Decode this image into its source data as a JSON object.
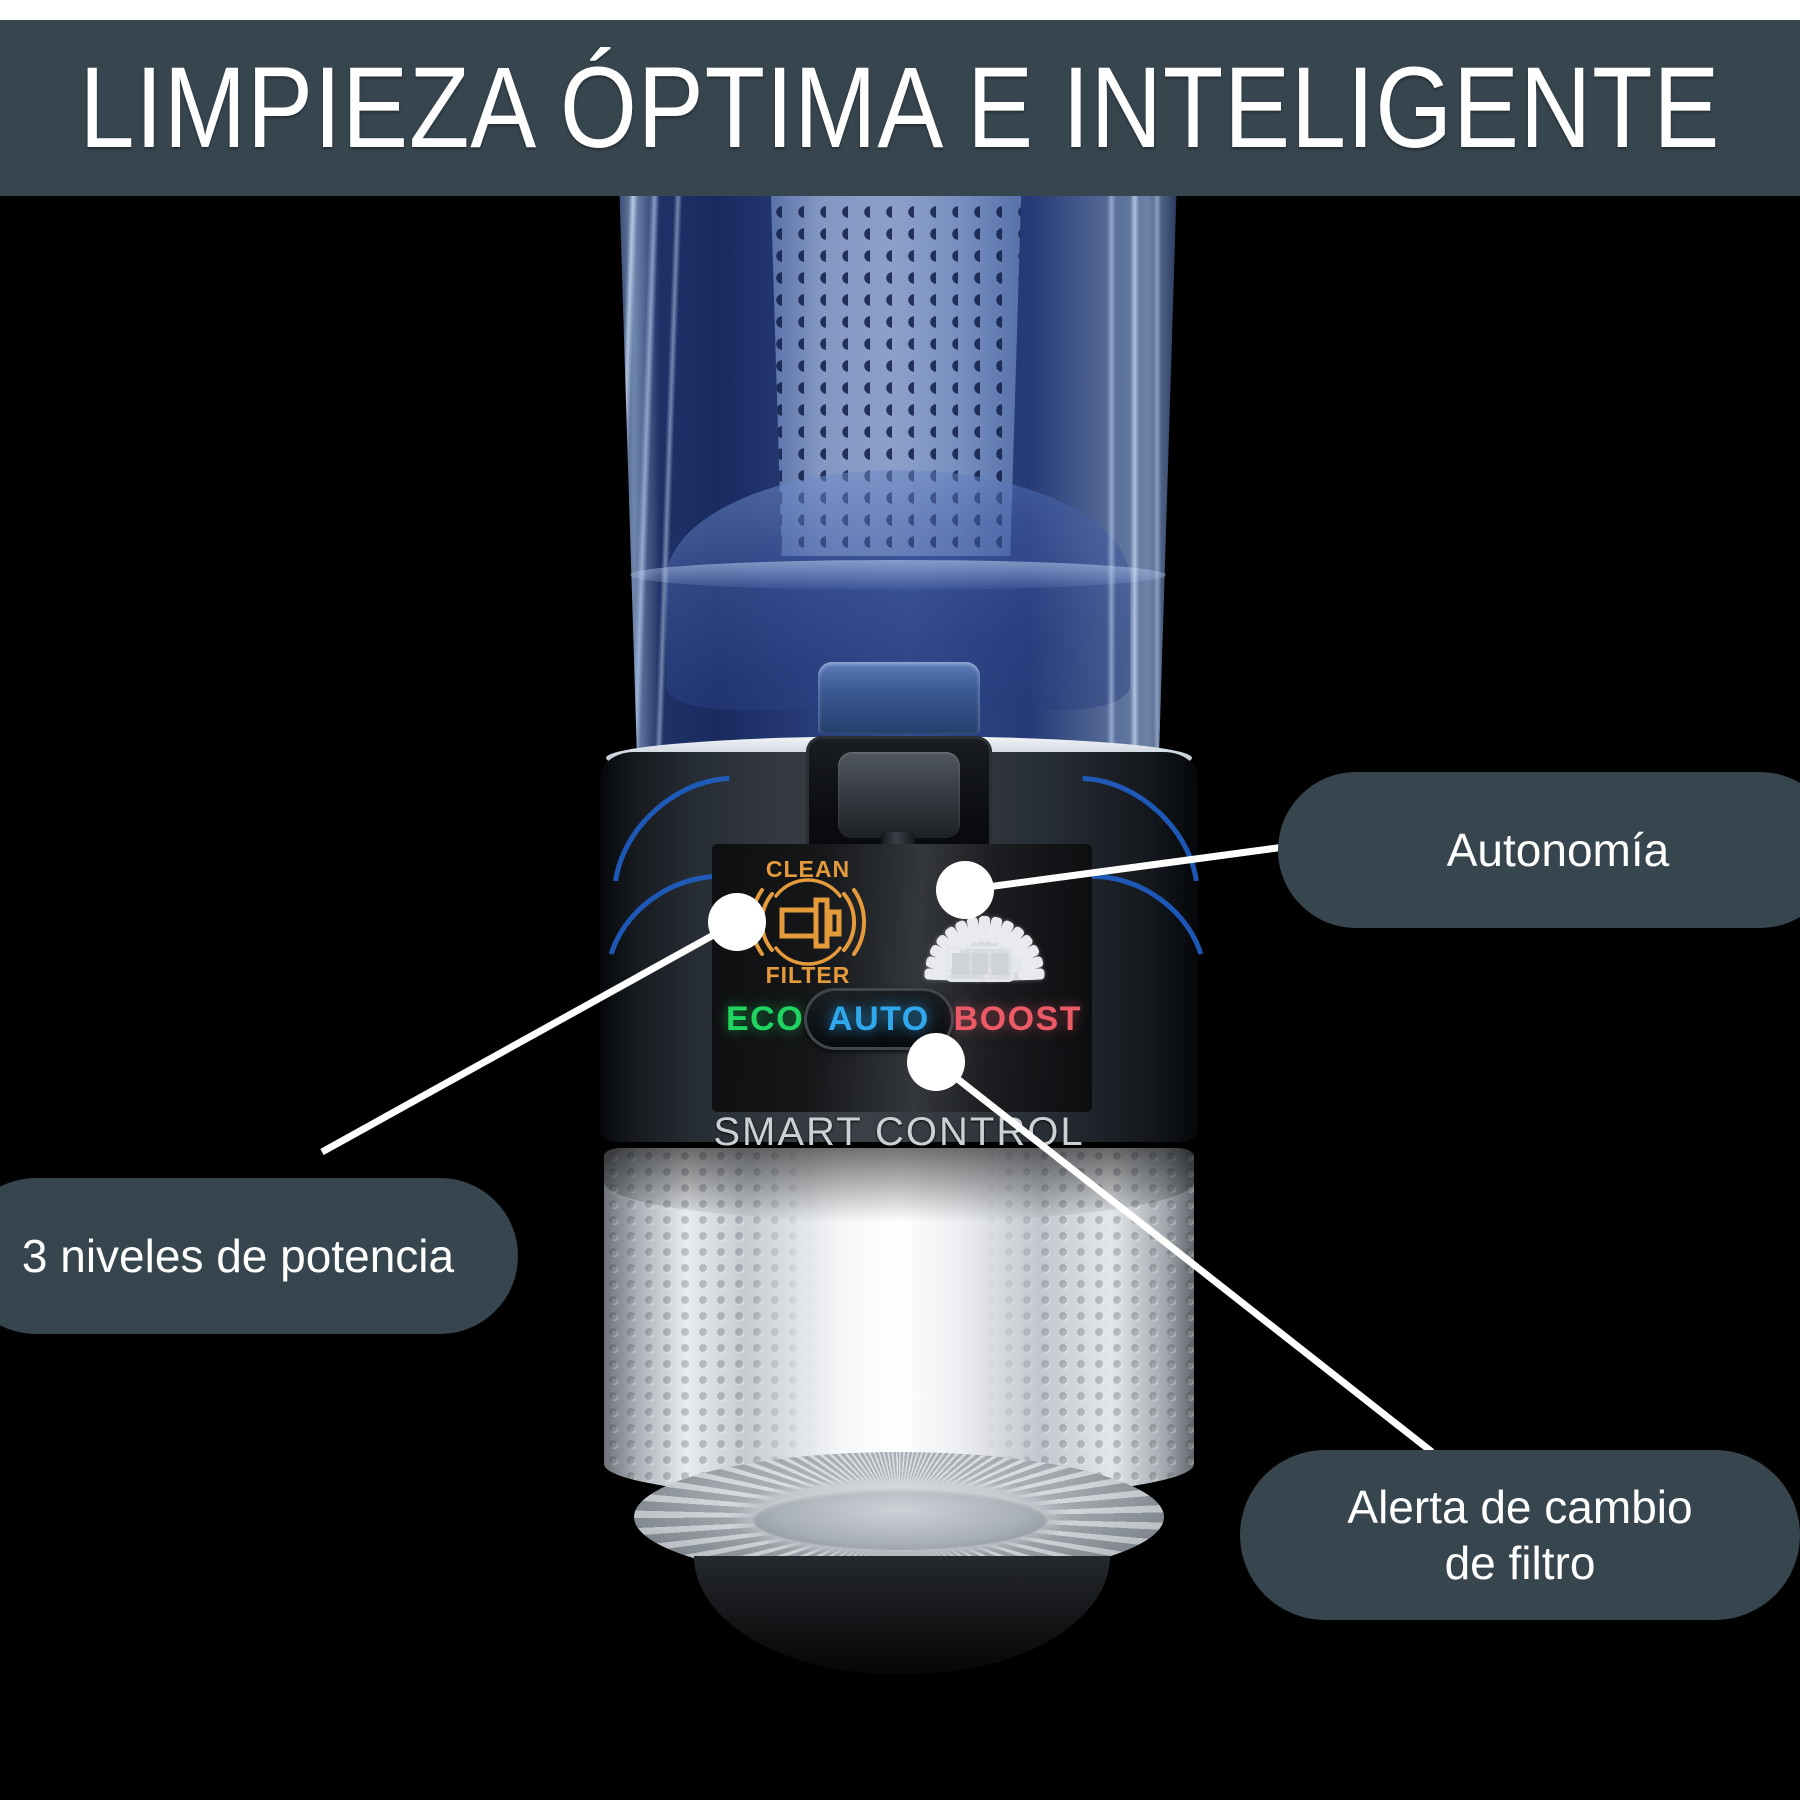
{
  "header": {
    "title": "LIMPIEZA ÓPTIMA E INTELIGENTE",
    "background_color": "#37454f",
    "text_color": "#ffffff"
  },
  "page": {
    "background_color": "#000000",
    "language": "es"
  },
  "product": {
    "type": "cordless-stick-vacuum-motor-unit",
    "dust_bin_color": "#2c4284",
    "housing_color": "#33393f",
    "base_color": "#e8ebee",
    "trim_accent_color": "#1f60c8"
  },
  "control_panel": {
    "brand_label": "SMART CONTROL",
    "brand_label_color": "#cdd1d6",
    "clean_filter_icon": {
      "text_top": "CLEAN",
      "text_bottom": "FILTER",
      "color": "#e59a3c"
    },
    "battery_gauge": {
      "tick_count": 15,
      "battery_segments": 3,
      "color": "#e3e6ea"
    },
    "modes": [
      {
        "label": "ECO",
        "color": "#1fd45f",
        "active": false
      },
      {
        "label": "AUTO",
        "color": "#2fa8ee",
        "active": true
      },
      {
        "label": "BOOST",
        "color": "#ec5a67",
        "active": false
      }
    ]
  },
  "callouts": [
    {
      "id": "autonomia",
      "text": "Autonomía",
      "line1": "Autonomía",
      "line2": "",
      "target": "battery-gauge"
    },
    {
      "id": "niveles",
      "text": "3 niveles de potencia",
      "line1": "3 niveles de potencia",
      "line2": "",
      "target": "clean-filter-icon-area"
    },
    {
      "id": "filtro",
      "text": "Alerta de cambio de filtro",
      "line1": "Alerta de cambio",
      "line2": "de filtro",
      "target": "auto-mode-button"
    }
  ],
  "colors": {
    "callout_background": "#37454f",
    "callout_text": "#ffffff",
    "leader_line": "#ffffff",
    "leader_dot": "#ffffff"
  }
}
